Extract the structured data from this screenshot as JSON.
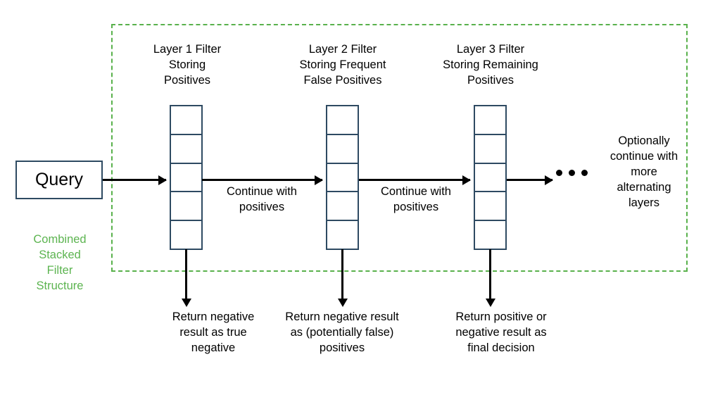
{
  "diagram": {
    "title_caption": "Combined\nStacked\nFilter\nStructure",
    "boundary_color": "#59b14c",
    "query": {
      "label": "Query"
    },
    "layers": [
      {
        "title": "Layer 1 Filter\nStoring\nPositives",
        "cells": 5,
        "result": "Return negative\nresult as true\nnegative",
        "forward_caption": "Continue with\npositives"
      },
      {
        "title": "Layer 2 Filter\nStoring Frequent\nFalse Positives",
        "cells": 5,
        "result": "Return negative result\nas (potentially false)\npositives",
        "forward_caption": "Continue with\npositives"
      },
      {
        "title": "Layer 3 Filter\nStoring Remaining\nPositives",
        "cells": 5,
        "result": "Return positive or\nnegative result as\nfinal decision",
        "forward_caption": ""
      }
    ],
    "continuation": {
      "ellipsis": "...",
      "caption": "Optionally\ncontinue with\nmore\nalternating\nlayers"
    }
  }
}
